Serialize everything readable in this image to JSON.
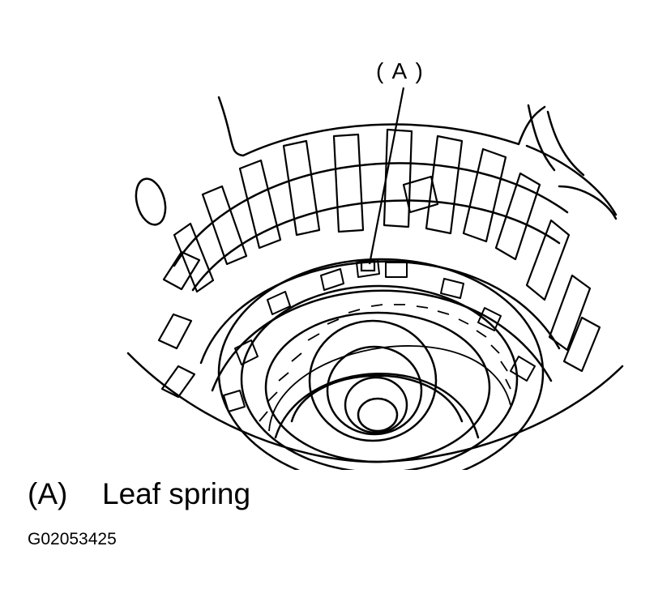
{
  "callout": {
    "label": "( A )"
  },
  "legend": [
    {
      "key": "(A)",
      "text": "Leaf spring"
    }
  ],
  "figure_id": "G02053425"
}
